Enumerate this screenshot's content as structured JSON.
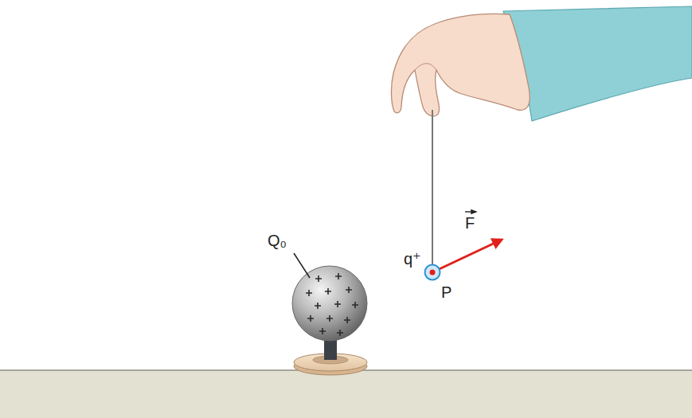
{
  "diagram": {
    "labels": [
      "Q₀",
      "q⁺",
      "F",
      "P"
    ]
  }
}
